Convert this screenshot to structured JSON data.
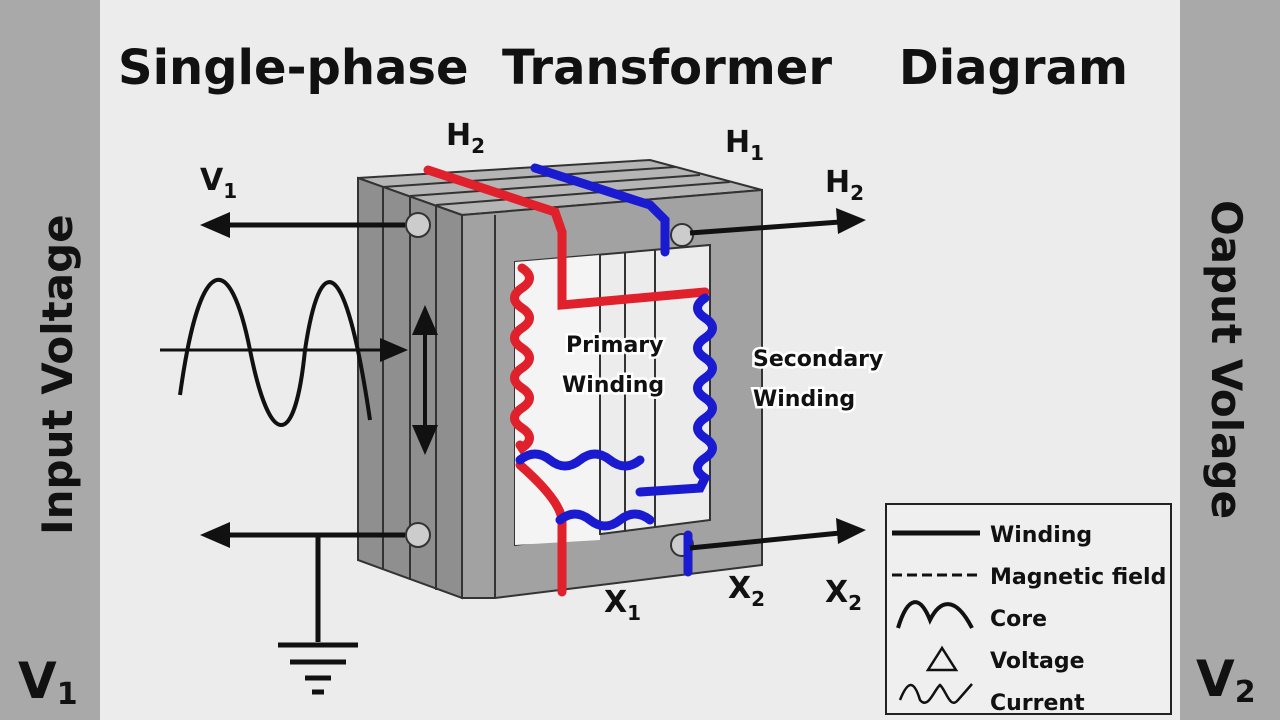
{
  "title": "Single-phase  Transformer    Diagram",
  "side_left": {
    "label": "Input Voltage",
    "symbol": "V",
    "sub": "1"
  },
  "side_right": {
    "label": "Oaput Volage",
    "symbol": "V",
    "sub": "2"
  },
  "terminals": {
    "v1": {
      "main": "V",
      "sub": "1"
    },
    "h2_top": {
      "main": "H",
      "sub": "2"
    },
    "h1": {
      "main": "H",
      "sub": "1"
    },
    "h2_right": {
      "main": "H",
      "sub": "2"
    },
    "x1": {
      "main": "X",
      "sub": "1"
    },
    "x2_inner": {
      "main": "X",
      "sub": "2"
    },
    "x2_right": {
      "main": "X",
      "sub": "2"
    }
  },
  "labels": {
    "primary": [
      "Primary",
      "Winding"
    ],
    "secondary": [
      "Secondary",
      "Winding"
    ]
  },
  "legend": [
    {
      "icon": "solid-line",
      "label": "Winding"
    },
    {
      "icon": "dashed-line",
      "label": "Magnetic field"
    },
    {
      "icon": "wave",
      "label": "Core"
    },
    {
      "icon": "triangle",
      "label": "Voltage"
    },
    {
      "icon": "thin-wave",
      "label": "Current"
    }
  ],
  "colors": {
    "primary_winding": "#e0202a",
    "secondary_winding": "#1a1ad0",
    "core": "#9a9a9a",
    "side_panel": "#a9a9a9"
  }
}
